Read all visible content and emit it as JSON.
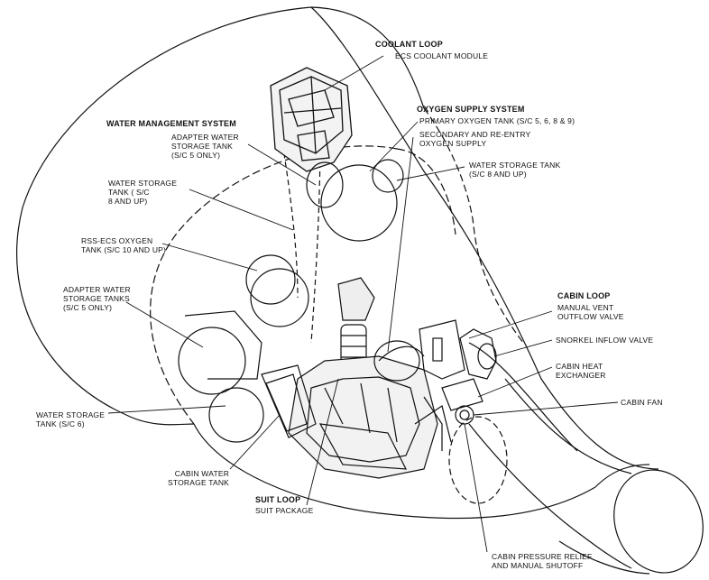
{
  "diagram": {
    "coolant_loop": {
      "heading": "COOLANT LOOP",
      "items": [
        "ECS COOLANT MODULE"
      ]
    },
    "oxygen_supply": {
      "heading": "OXYGEN SUPPLY SYSTEM",
      "primary": "PRIMARY OXYGEN TANK (S/C 5, 6, 8 & 9)",
      "secondary": [
        "SECONDARY AND RE-ENTRY",
        "OXYGEN SUPPLY"
      ]
    },
    "water_management": {
      "heading": "WATER MANAGEMENT SYSTEM",
      "adapter_tank": [
        "ADAPTER WATER",
        "STORAGE TANK",
        "(S/C 5 ONLY)"
      ]
    },
    "water_tank_right": [
      "WATER STORAGE TANK",
      "(S/C 8 AND UP)"
    ],
    "water_tank_left": [
      "WATER STORAGE",
      "TANK ( S/C",
      "8  AND UP)"
    ],
    "rss_tank": [
      "RSS-ECS  OXYGEN",
      "TANK (S/C 10 AND UP)"
    ],
    "adapter_tanks": [
      "ADAPTER WATER",
      "STORAGE TANKS",
      "(S/C 5 ONLY)"
    ],
    "water_tank_sc6": [
      "WATER STORAGE",
      "TANK (S/C 6)"
    ],
    "cabin_water": [
      "CABIN WATER",
      "STORAGE TANK"
    ],
    "suit_loop": {
      "heading": "SUIT LOOP",
      "items": [
        "SUIT PACKAGE"
      ]
    },
    "cabin_loop": {
      "heading": "CABIN LOOP",
      "vent": [
        "MANUAL VENT",
        "OUTFLOW VALVE"
      ]
    },
    "snorkel": "SNORKEL INFLOW VALVE",
    "heat_exchanger": [
      "CABIN HEAT",
      "EXCHANGER"
    ],
    "cabin_fan": "CABIN FAN",
    "pressure_relief": [
      "CABIN PRESSURE RELIEF",
      "AND MANUAL SHUTOFF"
    ]
  }
}
